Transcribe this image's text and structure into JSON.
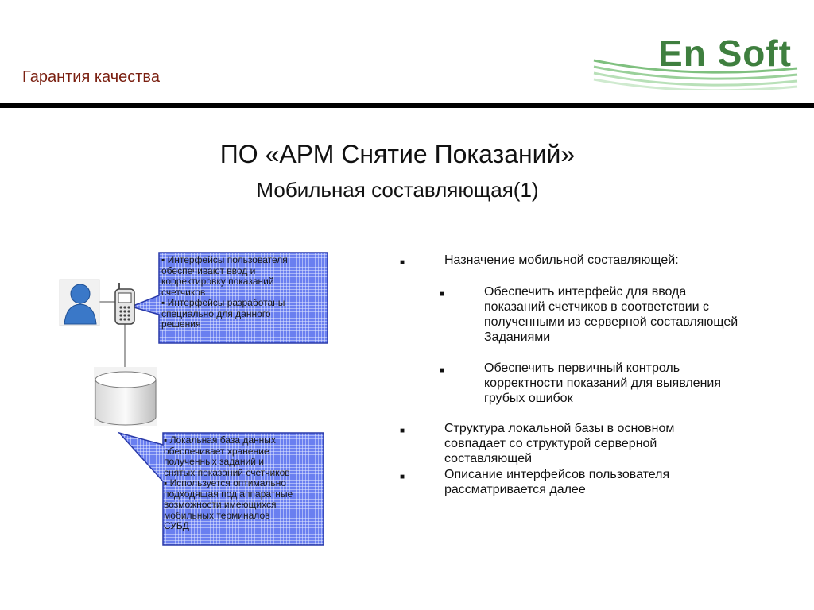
{
  "header": {
    "title": "Гарантия качества",
    "logo_text": "En Soft"
  },
  "slide": {
    "title": "ПО «АРМ Снятие Показаний»",
    "subtitle": "Мобильная составляющая(1)"
  },
  "diagram": {
    "callout_top": [
      "▪ Интерфейсы пользователя",
      "обеспечивают ввод и",
      "корректировку показаний",
      "счетчиков",
      "▪ Интерфейсы разработаны",
      "специально для данного",
      "решения"
    ],
    "callout_bottom": [
      "▪ Локальная база данных",
      "обеспечивает хранение",
      "полученных заданий и",
      "снятых показаний счетчиков",
      "▪ Используется оптимально",
      "подходящая под аппаратные",
      "возможности  имеющихся",
      "мобильных терминалов",
      "СУБД"
    ],
    "icons": [
      "user-icon",
      "mobile-phone-icon",
      "database-icon"
    ]
  },
  "bullets": [
    {
      "level": 1,
      "text": "Назначение мобильной составляющей:"
    },
    {
      "level": 2,
      "text": "Обеспечить интерфейс для ввода показаний счетчиков в соответствии с полученными из серверной составляющей Заданиями"
    },
    {
      "level": 2,
      "text": "Обеспечить первичный контроль корректности показаний для выявления грубых ошибок"
    },
    {
      "level": 1,
      "text": "Структура локальной базы в основном совпадает со структурой серверной составляющей"
    },
    {
      "level": 1,
      "text": "Описание интерфейсов пользователя рассматривается далее"
    }
  ],
  "colors": {
    "header_title": "#7a1f10",
    "logo_green": "#3f7f3f",
    "callout_blue": "#5a6fe0",
    "callout_border": "#2a3aa8"
  }
}
